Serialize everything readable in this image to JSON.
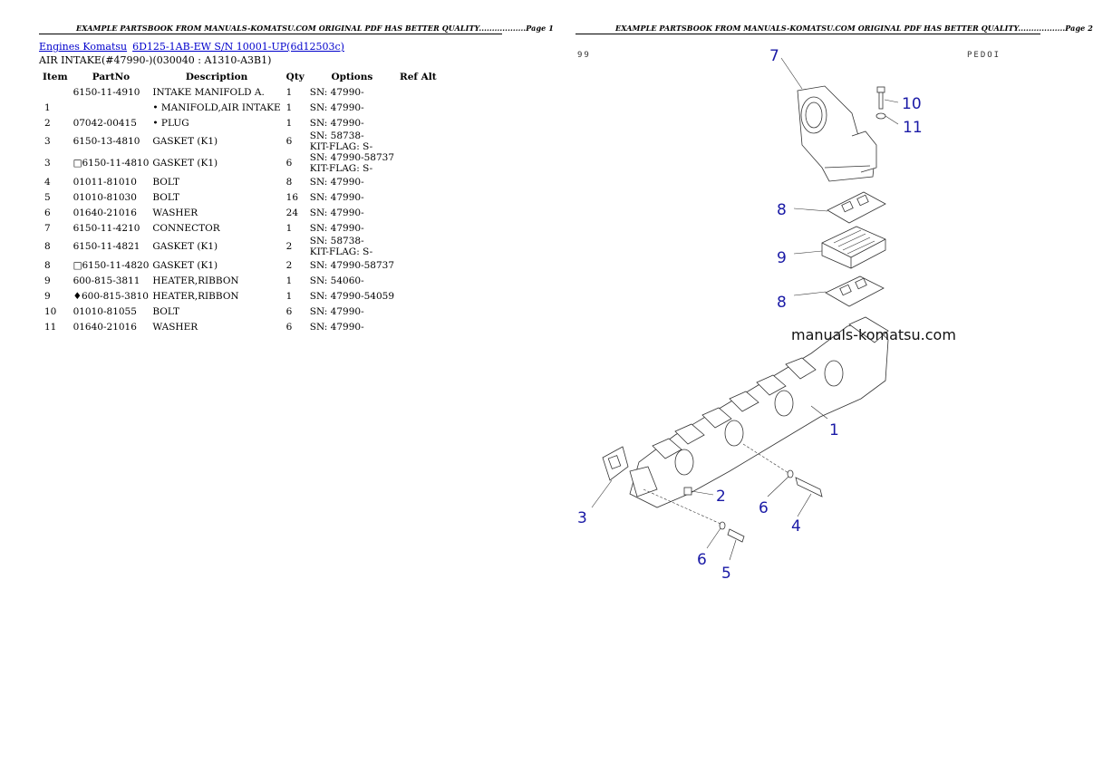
{
  "left_page": {
    "header": "EXAMPLE PARTSBOOK FROM MANUALS-KOMATSU.COM ORIGINAL PDF HAS BETTER QUALITY..................Page 1",
    "breadcrumb": {
      "engines": "Engines Komatsu",
      "model": "6D125-1AB-EW S/N 10001-UP(6d12503c)"
    },
    "subtitle": "AIR INTAKE(#47990-)(030040 : A1310-A3B1)",
    "columns": [
      "Item",
      "PartNo",
      "Description",
      "Qty",
      "Options",
      "Ref Alt"
    ],
    "rows": [
      {
        "item": "",
        "part": "6150-11-4910",
        "desc": "INTAKE MANIFOLD A.",
        "qty": "1",
        "opt": [
          "SN: 47990-"
        ]
      },
      {
        "item": "1",
        "part": "",
        "desc": "• MANIFOLD,AIR INTAKE",
        "qty": "1",
        "opt": [
          "SN: 47990-"
        ]
      },
      {
        "item": "2",
        "part": "07042-00415",
        "desc": "• PLUG",
        "qty": "1",
        "opt": [
          "SN: 47990-"
        ]
      },
      {
        "item": "3",
        "part": "6150-13-4810",
        "desc": "GASKET (K1)",
        "qty": "6",
        "opt": [
          "SN: 58738-",
          "KIT-FLAG: S-"
        ]
      },
      {
        "item": "3",
        "part": "□6150-11-4810",
        "desc": "GASKET (K1)",
        "qty": "6",
        "opt": [
          "SN: 47990-58737",
          "KIT-FLAG: S-"
        ]
      },
      {
        "item": "4",
        "part": "01011-81010",
        "desc": "BOLT",
        "qty": "8",
        "opt": [
          "SN: 47990-"
        ]
      },
      {
        "item": "5",
        "part": "01010-81030",
        "desc": "BOLT",
        "qty": "16",
        "opt": [
          "SN: 47990-"
        ]
      },
      {
        "item": "6",
        "part": "01640-21016",
        "desc": "WASHER",
        "qty": "24",
        "opt": [
          "SN: 47990-"
        ]
      },
      {
        "item": "7",
        "part": "6150-11-4210",
        "desc": "CONNECTOR",
        "qty": "1",
        "opt": [
          "SN: 47990-"
        ]
      },
      {
        "item": "8",
        "part": "6150-11-4821",
        "desc": "GASKET (K1)",
        "qty": "2",
        "opt": [
          "SN: 58738-",
          "KIT-FLAG: S-"
        ]
      },
      {
        "item": "8",
        "part": "□6150-11-4820",
        "desc": "GASKET (K1)",
        "qty": "2",
        "opt": [
          "SN: 47990-58737"
        ]
      },
      {
        "item": "9",
        "part": "600-815-3811",
        "desc": "HEATER,RIBBON",
        "qty": "1",
        "opt": [
          "SN: 54060-"
        ]
      },
      {
        "item": "9",
        "part": "♦600-815-3810",
        "desc": "HEATER,RIBBON",
        "qty": "1",
        "opt": [
          "SN: 47990-54059"
        ]
      },
      {
        "item": "10",
        "part": "01010-81055",
        "desc": "BOLT",
        "qty": "6",
        "opt": [
          "SN: 47990-"
        ]
      },
      {
        "item": "11",
        "part": "01640-21016",
        "desc": "WASHER",
        "qty": "6",
        "opt": [
          "SN: 47990-"
        ]
      }
    ]
  },
  "right_page": {
    "header": "EXAMPLE PARTSBOOK FROM MANUALS-KOMATSU.COM ORIGINAL PDF HAS BETTER QUALITY..................Page 2",
    "corner_left": "99",
    "corner_right": "PEDOI",
    "watermark": "manuals-komatsu.com",
    "callouts": [
      "7",
      "10",
      "11",
      "8",
      "9",
      "8",
      "1",
      "2",
      "3",
      "6",
      "4",
      "6",
      "5"
    ]
  }
}
